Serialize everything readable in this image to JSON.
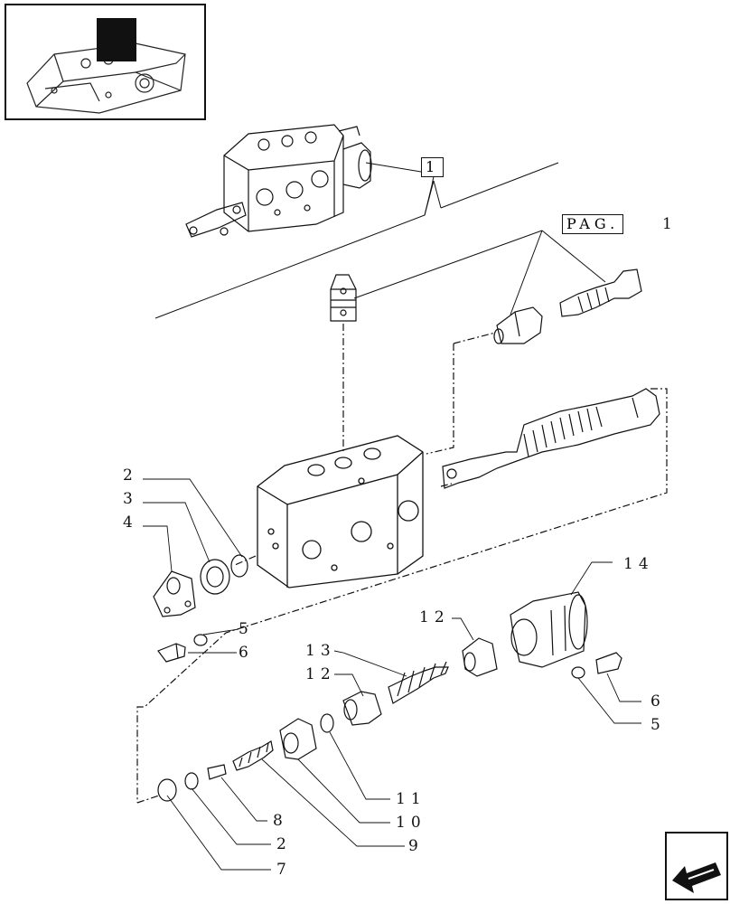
{
  "callouts": {
    "ref1": "1",
    "pag_label": "PAG.",
    "pag_number": "1",
    "c2a": "2",
    "c3": "3",
    "c4": "4",
    "c5a": "5",
    "c6a": "6",
    "c14": "14",
    "c12a": "12",
    "c13": "13",
    "c12b": "12",
    "c6b": "6",
    "c5b": "5",
    "c11": "11",
    "c10": "10",
    "c8": "8",
    "c2b": "2",
    "c9": "9",
    "c7": "7"
  },
  "icons": {
    "thumbnail": "tractor-hydraulic-unit-thumbnail",
    "nav": "previous-page-arrow-icon"
  }
}
